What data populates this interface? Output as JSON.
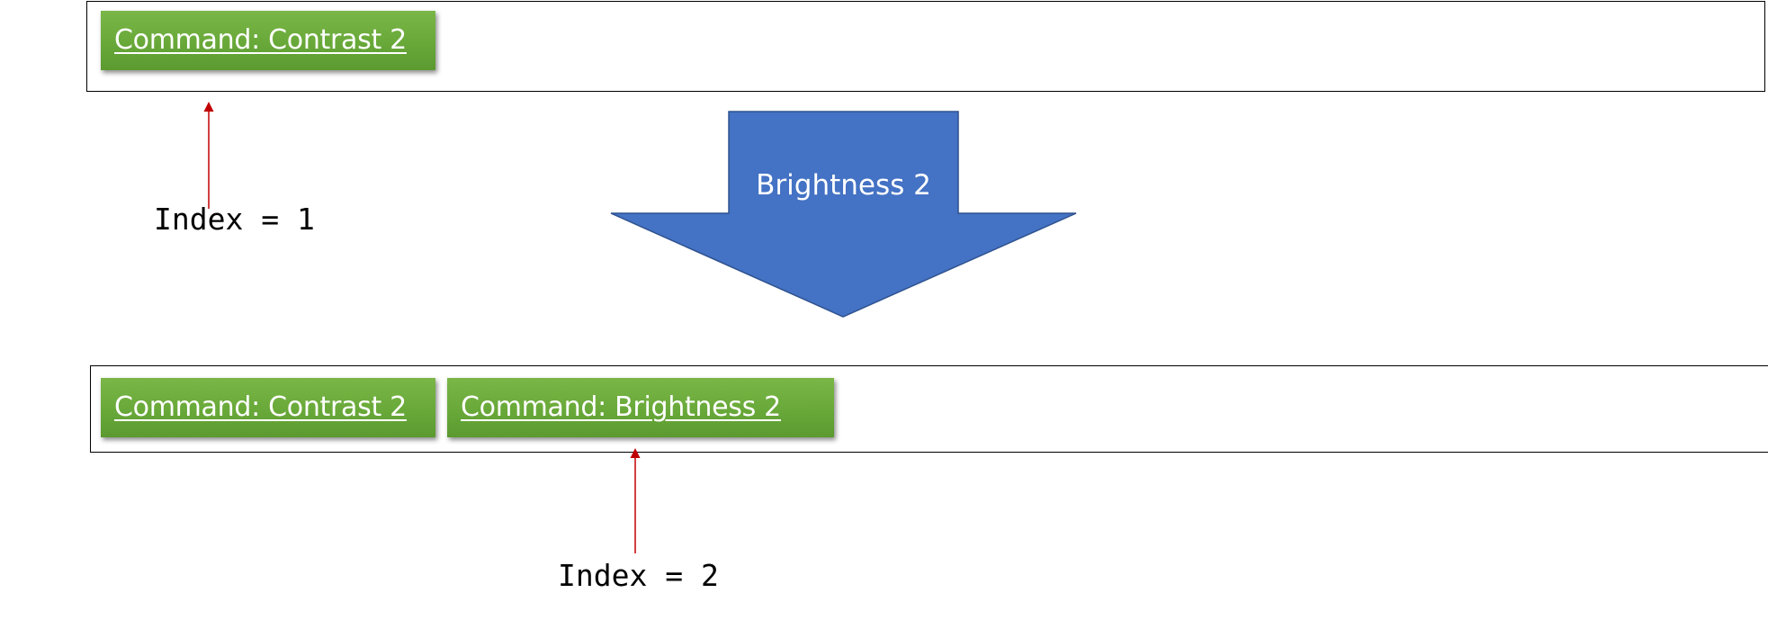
{
  "top_list": {
    "commands": [
      "Command: Contrast 2"
    ],
    "index_label": "Index = 1"
  },
  "transition": {
    "label": "Brightness 2",
    "arrow_color": "#4472c4"
  },
  "bottom_list": {
    "commands": [
      "Command: Contrast 2",
      "Command: Brightness 2"
    ],
    "index_label": "Index = 2"
  },
  "colors": {
    "card_green": "#6aaa3a",
    "pointer_red": "#c00000"
  }
}
